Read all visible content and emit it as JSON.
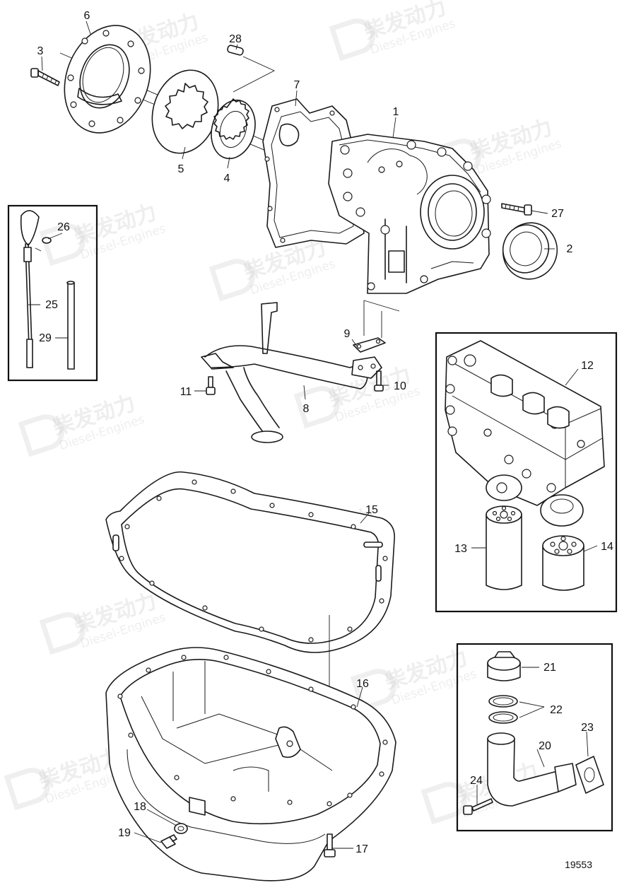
{
  "watermark": {
    "logo_text": "柴发动力",
    "sub_text": "Diesel-Engines"
  },
  "drawing_number": "19553",
  "callouts": [
    {
      "id": "c1",
      "label": "1"
    },
    {
      "id": "c2",
      "label": "2"
    },
    {
      "id": "c3",
      "label": "3"
    },
    {
      "id": "c4",
      "label": "4"
    },
    {
      "id": "c5",
      "label": "5"
    },
    {
      "id": "c6",
      "label": "6"
    },
    {
      "id": "c7",
      "label": "7"
    },
    {
      "id": "c8",
      "label": "8"
    },
    {
      "id": "c9",
      "label": "9"
    },
    {
      "id": "c10",
      "label": "10"
    },
    {
      "id": "c11",
      "label": "11"
    },
    {
      "id": "c12",
      "label": "12"
    },
    {
      "id": "c13",
      "label": "13"
    },
    {
      "id": "c14",
      "label": "14"
    },
    {
      "id": "c15",
      "label": "15"
    },
    {
      "id": "c16",
      "label": "16"
    },
    {
      "id": "c17",
      "label": "17"
    },
    {
      "id": "c18",
      "label": "18"
    },
    {
      "id": "c19",
      "label": "19"
    },
    {
      "id": "c20",
      "label": "20"
    },
    {
      "id": "c21",
      "label": "21"
    },
    {
      "id": "c22",
      "label": "22"
    },
    {
      "id": "c23",
      "label": "23"
    },
    {
      "id": "c24",
      "label": "24"
    },
    {
      "id": "c25",
      "label": "25"
    },
    {
      "id": "c26",
      "label": "26"
    },
    {
      "id": "c27",
      "label": "27"
    },
    {
      "id": "c28",
      "label": "28"
    },
    {
      "id": "c29",
      "label": "29"
    }
  ]
}
